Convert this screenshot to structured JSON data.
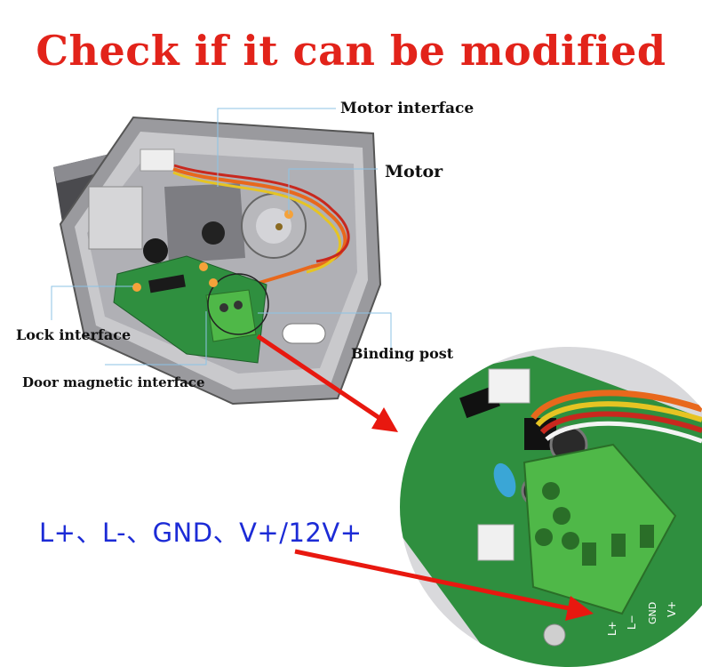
{
  "headline": "Check if it can be modified",
  "callouts": {
    "motor_interface": "Motor interface",
    "motor": "Motor",
    "lock_interface": "Lock interface",
    "binding_post": "Binding post",
    "door_magnetic_interface": "Door magnetic interface"
  },
  "pin_list": "L+、L-、GND、V+/12V+",
  "terminal_labels": [
    "L+",
    "L−",
    "GND",
    "V+"
  ],
  "colors": {
    "headline": "#e2231a",
    "arrow": "#e8180f",
    "pin_text": "#1c2bd6",
    "terminal_block": "#4fb848",
    "pcb": "#2f8f3f"
  }
}
